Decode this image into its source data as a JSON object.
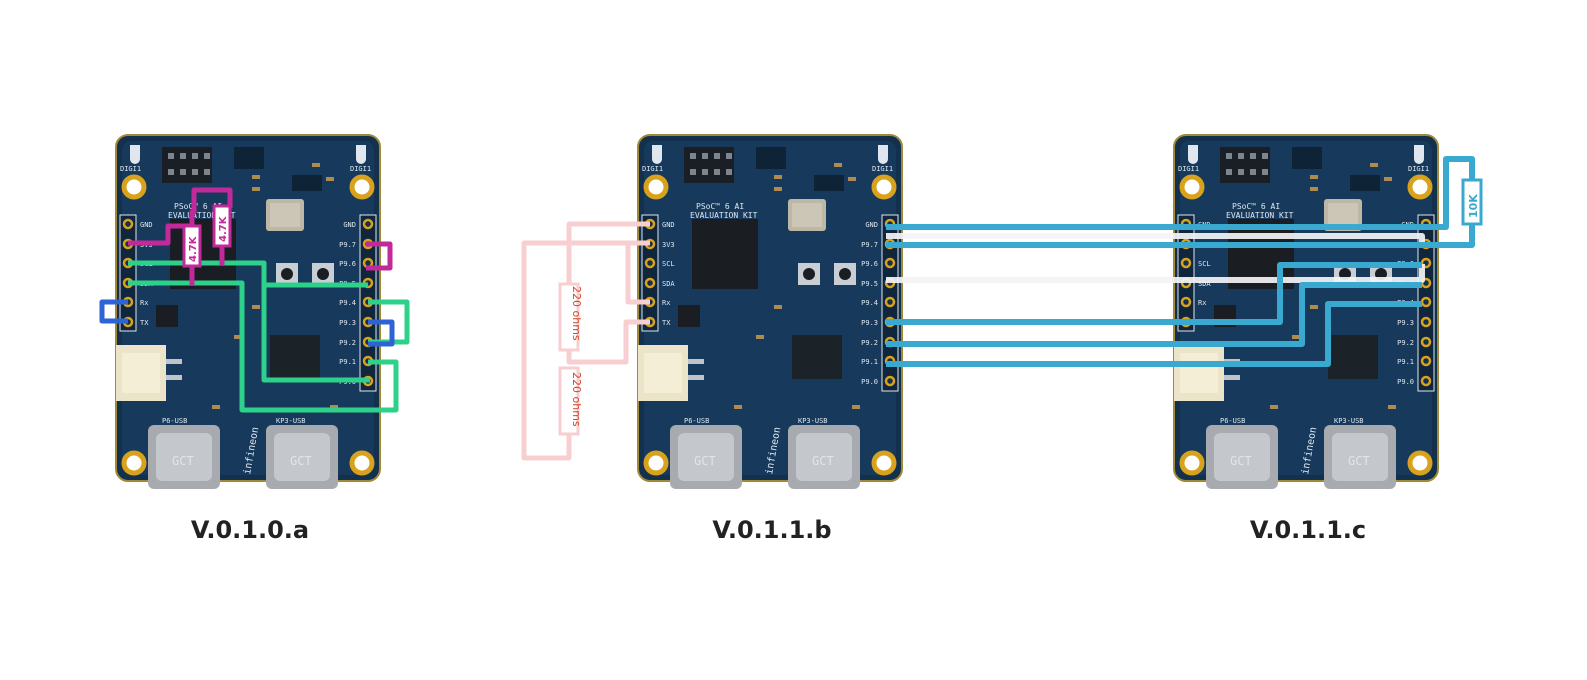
{
  "boards": [
    {
      "id": "a",
      "caption": "V.0.1.0.a",
      "silk": {
        "kit_title": "PSoC™ 6 AI",
        "kit_sub": "EVALUATION KIT",
        "usb_left": "P6-USB",
        "usb_right": "KP3-USB",
        "brand": "infineon",
        "pins_left": [
          "GND",
          "3V3",
          "SCL",
          "SDA",
          "Rx",
          "TX"
        ],
        "pins_right": [
          "GND",
          "P9.7",
          "P9.6",
          "P9.5",
          "P9.4",
          "P9.3",
          "P9.2",
          "P9.1",
          "P9.0"
        ],
        "mic_left": "DIGI1",
        "mic_right": "DIGI1",
        "usb_chip": "GCT"
      },
      "components": {
        "resistor_1": "4.7K",
        "resistor_2": "4.7K"
      }
    },
    {
      "id": "b",
      "caption": "V.0.1.1.b",
      "silk": {
        "kit_title": "PSoC™ 6 AI",
        "kit_sub": "EVALUATION KIT",
        "usb_left": "P6-USB",
        "usb_right": "KP3-USB",
        "brand": "infineon",
        "pins_left": [
          "GND",
          "3V3",
          "SCL",
          "SDA",
          "Rx",
          "TX"
        ],
        "pins_right": [
          "GND",
          "P9.7",
          "P9.6",
          "P9.5",
          "P9.4",
          "P9.3",
          "P9.2",
          "P9.1",
          "P9.0"
        ],
        "mic_left": "DIGI1",
        "mic_right": "DIGI1",
        "usb_chip": "GCT"
      },
      "components": {
        "resistor_1": "220 ohms",
        "resistor_2": "220 ohms"
      }
    },
    {
      "id": "c",
      "caption": "V.0.1.1.c",
      "silk": {
        "kit_title": "PSoC™ 6 AI",
        "kit_sub": "EVALUATION KIT",
        "usb_left": "P6-USB",
        "usb_right": "KP3-USB",
        "brand": "infineon",
        "pins_left": [
          "GND",
          "3V3",
          "SCL",
          "SDA",
          "Rx",
          "TX"
        ],
        "pins_right": [
          "GND",
          "P9.7",
          "P9.6",
          "P9.5",
          "P9.4",
          "P9.3",
          "P9.2",
          "P9.1",
          "P9.0"
        ],
        "mic_left": "DIGI1",
        "mic_right": "DIGI1",
        "usb_chip": "GCT"
      },
      "components": {
        "resistor_1": "10K"
      }
    }
  ],
  "colors": {
    "board": "#13304d",
    "board_edge": "#a08a3a",
    "pad_gold": "#d9a21c",
    "wire_green": "#2ed18a",
    "wire_magenta": "#c2299a",
    "wire_blue": "#2e63d6",
    "wire_pink": "#f8cfd1",
    "wire_teal": "#3aa9cf",
    "wire_white": "#f4f4f6",
    "resistor_text_pink": "#d0472a"
  }
}
